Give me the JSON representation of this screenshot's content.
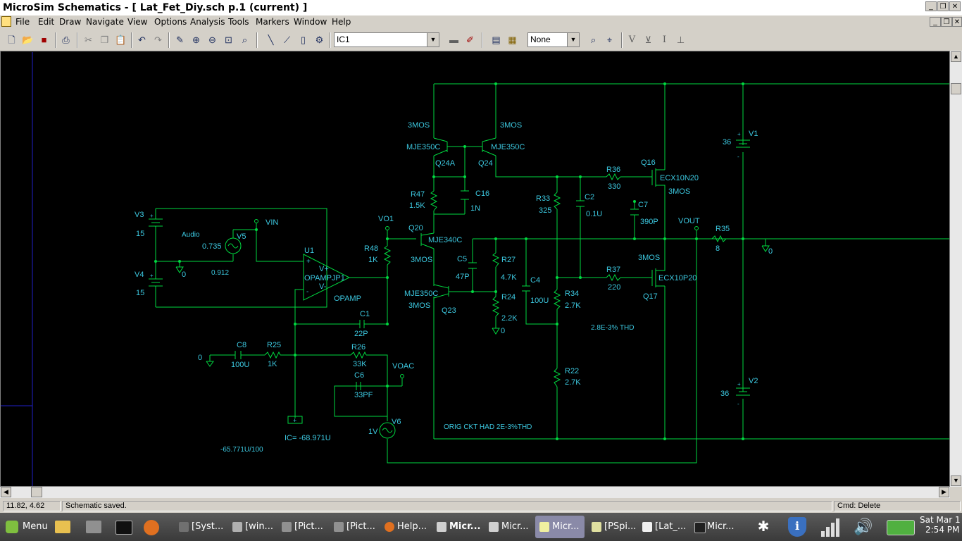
{
  "window": {
    "title": "MicroSim Schematics - [ Lat_Fet_Diy.sch  p.1 (current) ]"
  },
  "menu": [
    "File",
    "Edit",
    "Draw",
    "Navigate",
    "View",
    "Options",
    "Analysis",
    "Tools",
    "Markers",
    "Window",
    "Help"
  ],
  "toolbar": {
    "part_combo": "IC1",
    "display_combo": "None",
    "text_buttons": [
      "V",
      "I"
    ]
  },
  "schematic": {
    "labels": {
      "v3": "V3",
      "v3_val": "15",
      "v4": "V4",
      "v4_val": "15",
      "audio": "Audio",
      "v5": "V5",
      "v5_val": "0.735",
      "vin": "VIN",
      "gnd_zero": "0",
      "dot912": "0.912",
      "u1": "U1",
      "opamp_vp": "V+",
      "opamp_part": "OPAMPJP1",
      "opamp_vm": "V-",
      "opamp": "OPAMP",
      "vo1": "VO1",
      "r48": "R48",
      "r48_val": "1K",
      "c1": "C1",
      "c1_val": "22P",
      "c8": "C8",
      "c8_val": "100U",
      "r25": "R25",
      "r25_val": "1K",
      "gnd_left": "0",
      "r26": "R26",
      "r26_val": "33K",
      "c6": "C6",
      "c6_val": "33PF",
      "voac": "VOAC",
      "v6": "V6",
      "v6_val": "1V",
      "ic_label": "IC= -68.971U",
      "bottom_val": "-65.771U/100",
      "mos_tl": "3MOS",
      "mos_tr": "3MOS",
      "mje350_a": "MJE350C",
      "mje350_b": "MJE350C",
      "q24a": "Q24A",
      "q24": "Q24",
      "r47": "R47",
      "r47_val": "1.5K",
      "c16": "C16",
      "c16_val": "1N",
      "q20": "Q20",
      "mje340": "MJE340C",
      "mos_q20": "3MOS",
      "c5": "C5",
      "c5_val": "47P",
      "r27": "R27",
      "r27_val": "4.7K",
      "c4": "C4",
      "c4_val": "100U",
      "mje350_c": "MJE350C",
      "mos_q23": "3MOS",
      "q23": "Q23",
      "r24": "R24",
      "r24_val": "2.2K",
      "gnd_r24": "0",
      "r33": "R33",
      "r33_val": "325",
      "c2": "C2",
      "c2_val": "0.1U",
      "r36": "R36",
      "r36_val": "330",
      "q16": "Q16",
      "ecx10n20": "ECX10N20",
      "mos_q16": "3MOS",
      "c7": "C7",
      "c7_val": "390P",
      "vout": "VOUT",
      "r35": "R35",
      "r35_val": "8",
      "gnd_out": "0",
      "mos_q17": "3MOS",
      "r37": "R37",
      "r37_val": "220",
      "ecx10p20": "ECX10P20",
      "q17": "Q17",
      "r34": "R34",
      "r34_val": "2.7K",
      "thd_note": "2.8E-3% THD",
      "r22": "R22",
      "r22_val": "2.7K",
      "orig_note": "ORIG CKT HAD 2E-3%THD",
      "v1": "V1",
      "v1_val": "36",
      "v2": "V2",
      "v2_val": "36",
      "plus": "+",
      "minus": "-"
    }
  },
  "status": {
    "coords": "11.82, 4.62",
    "message": "Schematic saved.",
    "command": "Cmd: Delete"
  },
  "taskbar": {
    "menu_label": "Menu",
    "tasks": [
      "[Syst...",
      "[win...",
      "[Pict...",
      "[Pict...",
      "Help...",
      "Micr...",
      "Micr...",
      "Micr...",
      "[PSpi...",
      "[Lat_...",
      "Micr..."
    ],
    "clock_day": "Sat Mar  1",
    "clock_time": "2:54 PM"
  },
  "colors": {
    "wire": "#00d840",
    "label": "#3cc8e0",
    "canvas": "#000000"
  }
}
